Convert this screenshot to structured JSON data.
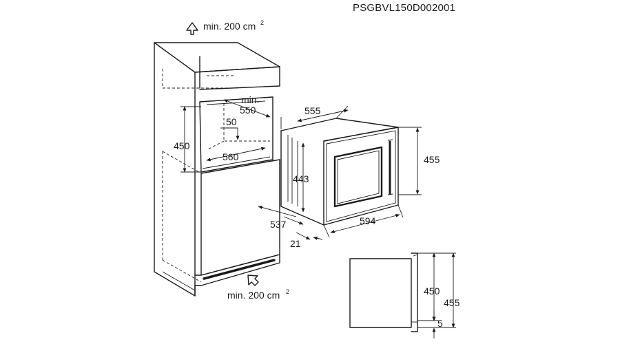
{
  "document_code": "PSGBVL150D002001",
  "ventilation": {
    "top_label": "min. 200 cm",
    "bottom_label": "min. 200 cm",
    "superscript": "2"
  },
  "cabinet": {
    "niche_height": "450",
    "niche_width": "560",
    "niche_depth_label_line1": "min.",
    "niche_depth_label_line2": "550",
    "gap_value": "50"
  },
  "appliance": {
    "depth_total": "555",
    "height_total": "455",
    "height_body": "443",
    "depth_recess": "537",
    "width": "594",
    "frame_thickness": "21"
  },
  "side_view": {
    "height_inner": "450",
    "height_total": "455",
    "bottom_offset": "5"
  }
}
